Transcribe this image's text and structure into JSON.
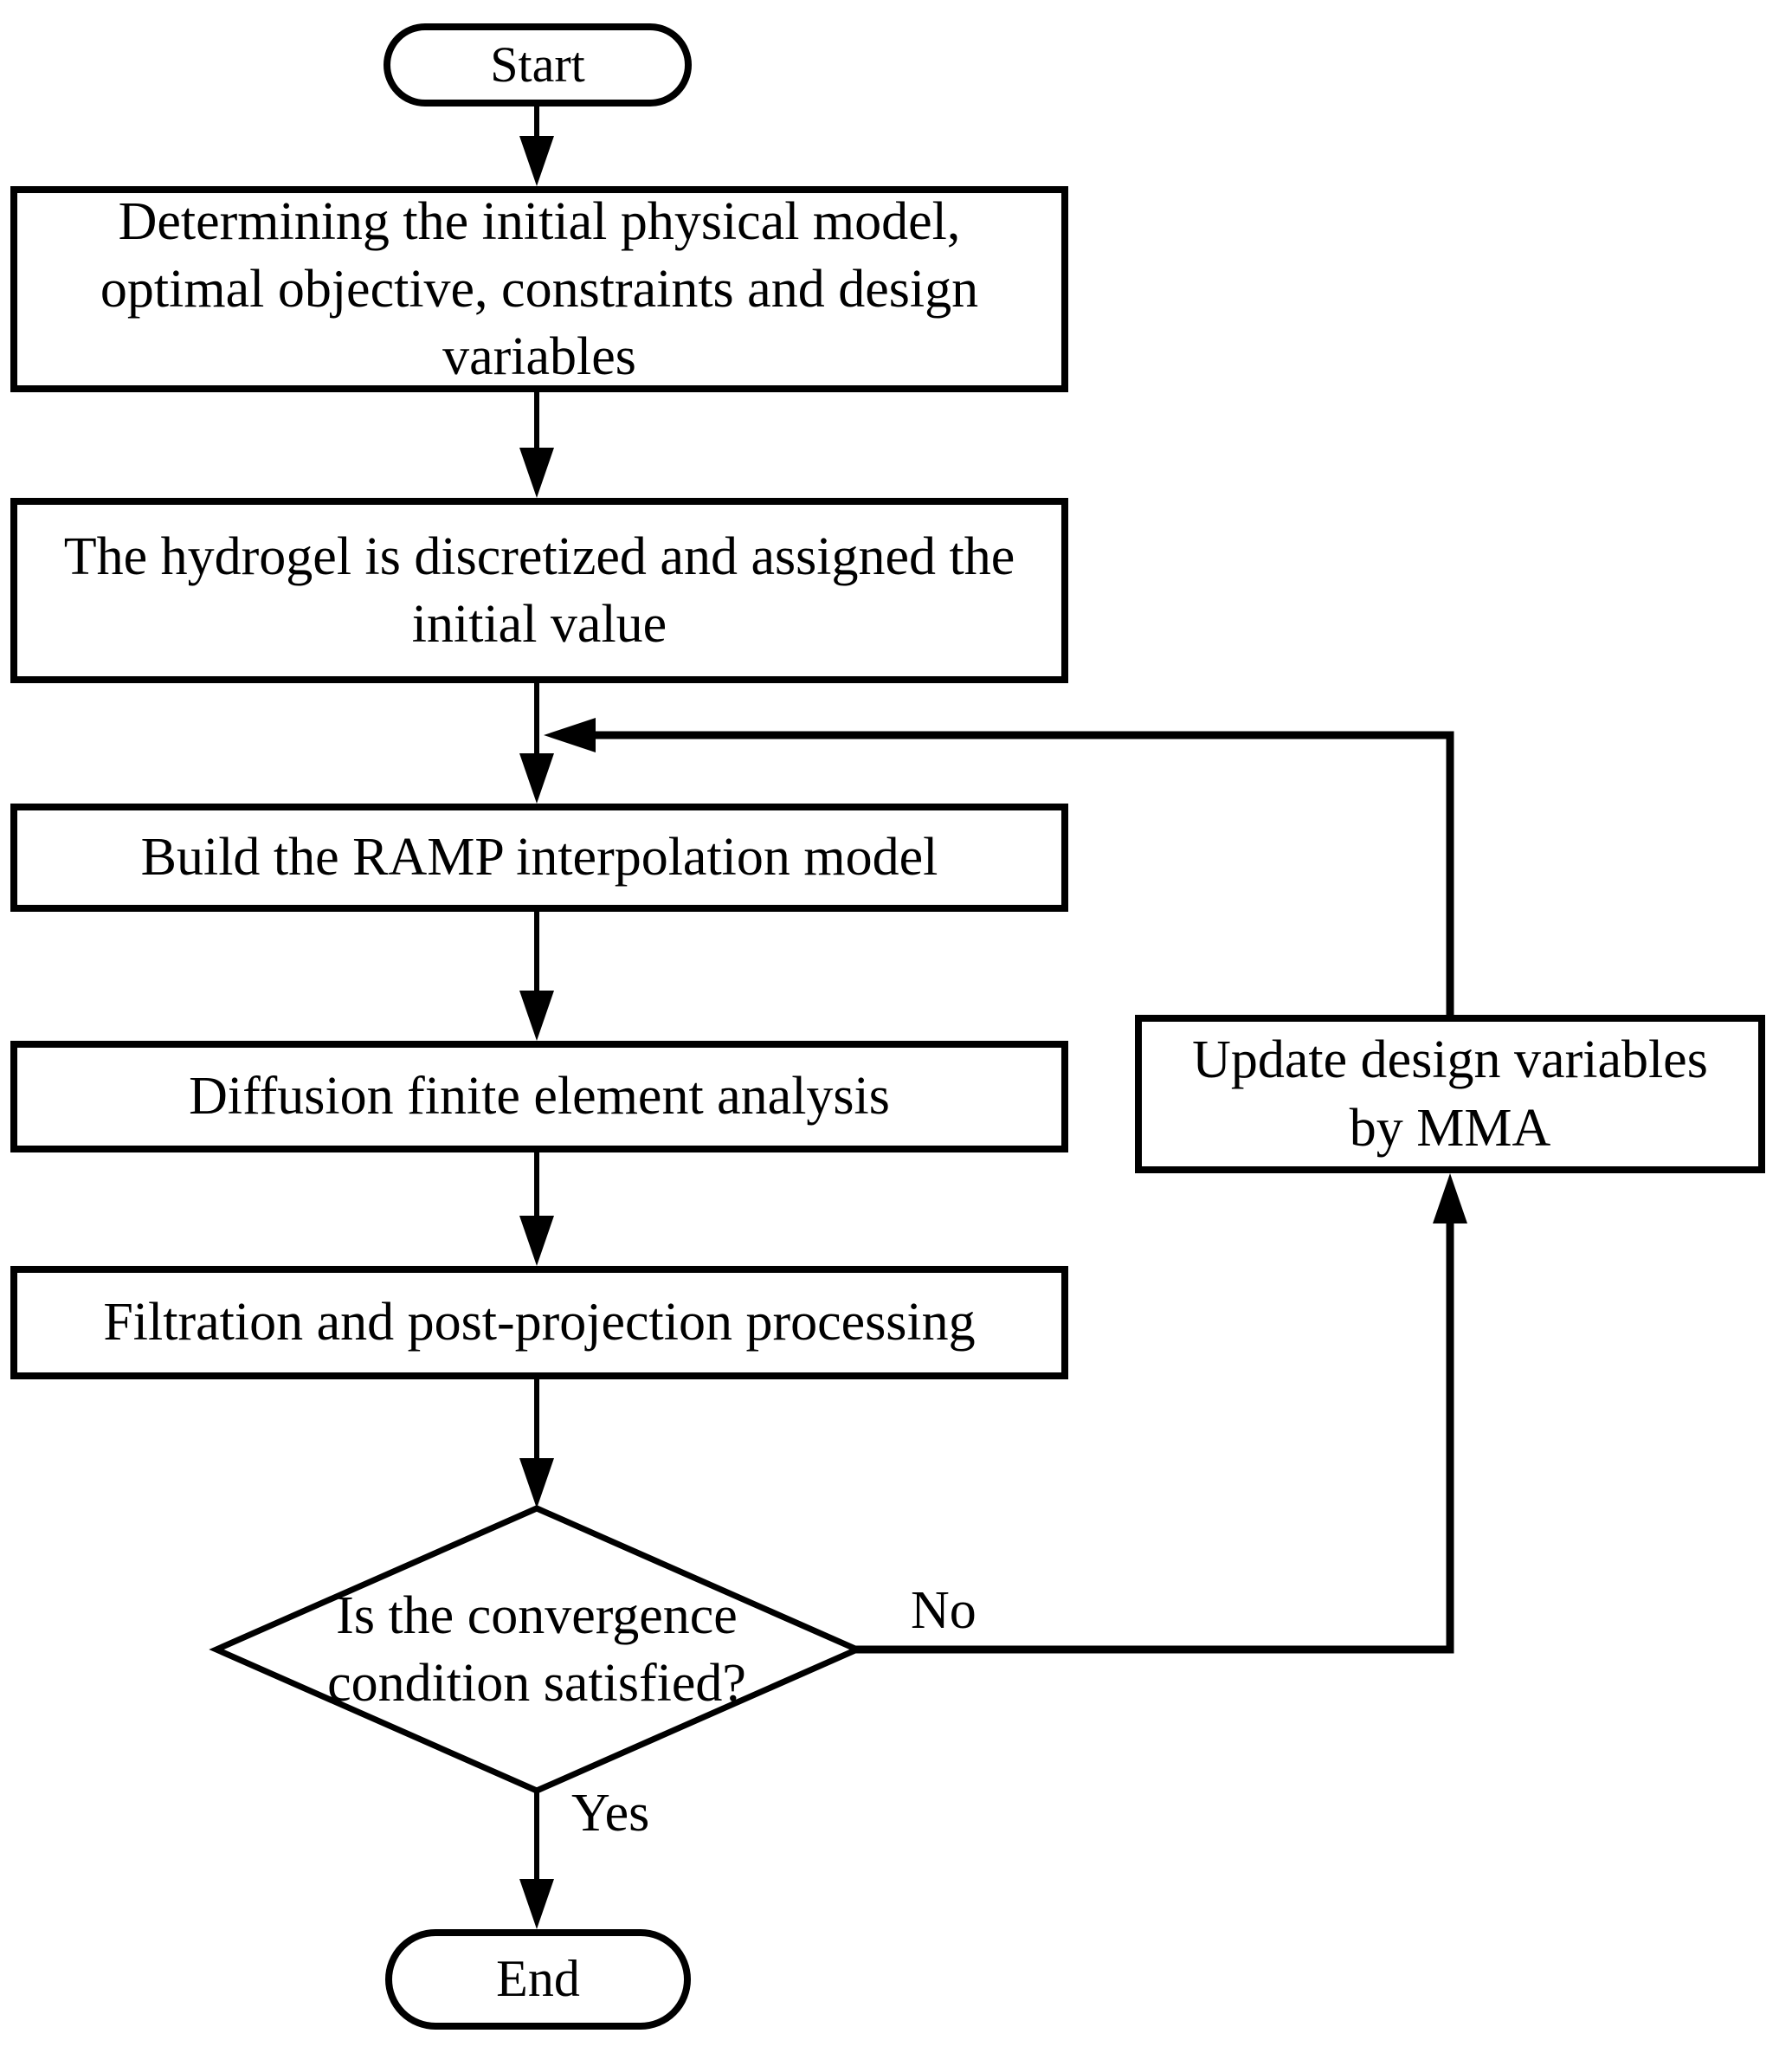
{
  "diagram": {
    "type": "flowchart",
    "colors": {
      "stroke": "#000000",
      "fill": "#ffffff",
      "text": "#000000",
      "background": "#ffffff"
    },
    "nodes": {
      "start": {
        "type": "terminator",
        "label": "Start"
      },
      "define": {
        "type": "process",
        "label": [
          "Determining the initial physical model,",
          "optimal objective, constraints and design",
          "variables"
        ]
      },
      "discretize": {
        "type": "process",
        "label": [
          "The hydrogel is discretized and assigned the",
          "initial value"
        ]
      },
      "ramp": {
        "type": "process",
        "label": "Build the RAMP  interpolation model"
      },
      "diffusion": {
        "type": "process",
        "label": "Diffusion finite element analysis"
      },
      "filtration": {
        "type": "process",
        "label": "Filtration and post-projection processing"
      },
      "decision": {
        "type": "decision",
        "label": [
          "Is the convergence",
          "condition satisfied?"
        ]
      },
      "update": {
        "type": "process",
        "label": [
          "Update design variables",
          "by MMA"
        ]
      },
      "end": {
        "type": "terminator",
        "label": "End"
      }
    },
    "edge_labels": {
      "yes": "Yes",
      "no": "No"
    },
    "edges": [
      {
        "from": "start",
        "to": "define"
      },
      {
        "from": "define",
        "to": "discretize"
      },
      {
        "from": "discretize",
        "to": "ramp"
      },
      {
        "from": "ramp",
        "to": "diffusion"
      },
      {
        "from": "diffusion",
        "to": "filtration"
      },
      {
        "from": "filtration",
        "to": "decision"
      },
      {
        "from": "decision",
        "to": "update",
        "label": "No"
      },
      {
        "from": "update",
        "to": "ramp",
        "note": "loop re-enters main line above Build the RAMP interpolation model"
      },
      {
        "from": "decision",
        "to": "end",
        "label": "Yes"
      }
    ]
  }
}
